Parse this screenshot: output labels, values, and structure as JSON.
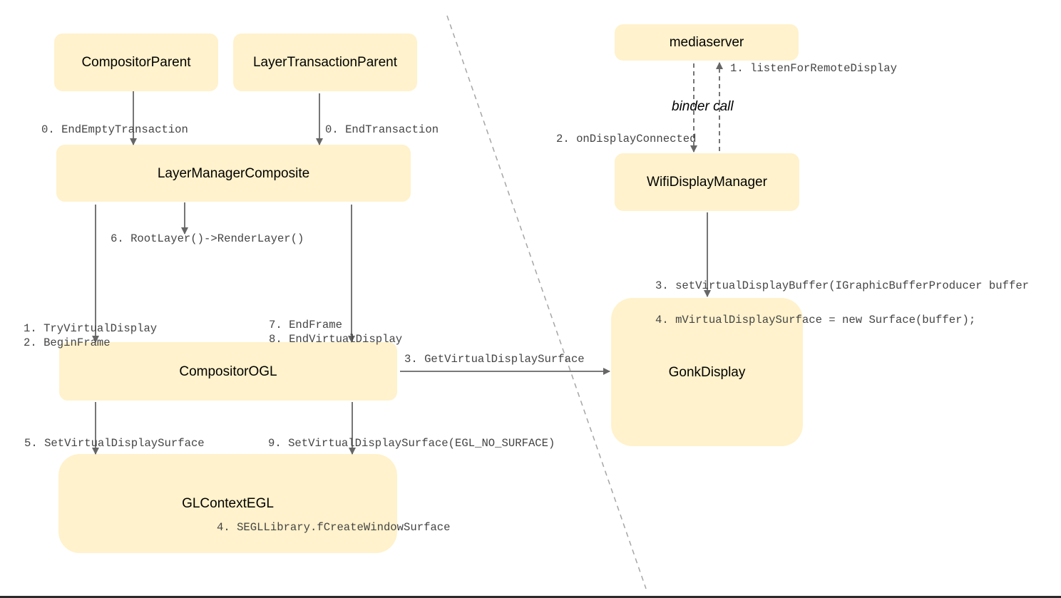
{
  "boxes": {
    "compositor_parent": "CompositorParent",
    "layer_transaction_parent": "LayerTransactionParent",
    "layer_manager_composite": "LayerManagerComposite",
    "compositor_ogl": "CompositorOGL",
    "gl_context_egl": "GLContextEGL",
    "mediaserver": "mediaserver",
    "wifi_display_manager": "WifiDisplayManager",
    "gonk_display": "GonkDisplay"
  },
  "labels": {
    "end_empty_transaction": "0. EndEmptyTransaction",
    "end_transaction": "0. EndTransaction",
    "root_layer_render": "6. RootLayer()->RenderLayer()",
    "try_virtual_display": "1. TryVirtualDisplay",
    "begin_frame": "2. BeginFrame",
    "end_frame": "7. EndFrame",
    "end_virtual_display": "8. EndVirtualDisplay",
    "get_virtual_display_surface": "3. GetVirtualDisplaySurface",
    "set_virtual_display_surface": "5. SetVirtualDisplaySurface",
    "set_virtual_display_surface_no_surface": "9. SetVirtualDisplaySurface(EGL_NO_SURFACE)",
    "egl_create_window_surface": "4. SEGLLibrary.fCreateWindowSurface",
    "listen_for_remote_display": "1. listenForRemoteDisplay",
    "binder_call": "binder call",
    "on_display_connected": "2. onDisplayConnected",
    "set_virtual_display_buffer": "3. setVirtualDisplayBuffer(IGraphicBufferProducer buffer",
    "new_surface": "4. mVirtualDisplaySurface = new Surface(buffer);"
  },
  "colors": {
    "box_fill": "#fff2cc",
    "arrow": "#666666",
    "divider": "#a6a6a6",
    "label_text": "#444444"
  }
}
